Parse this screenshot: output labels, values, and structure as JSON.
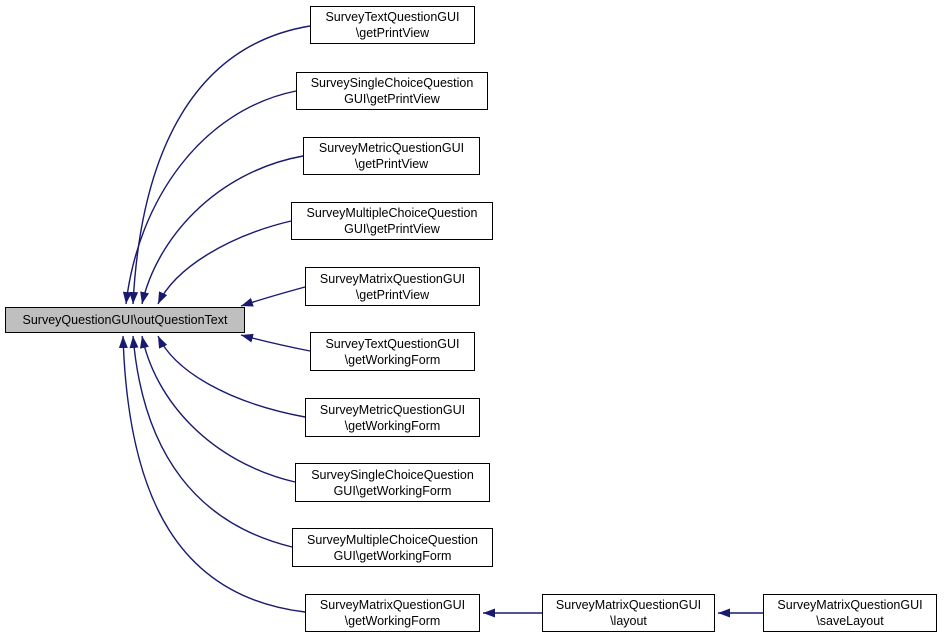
{
  "diagram": {
    "type": "caller-graph",
    "background_color": "#ffffff",
    "edge_color": "#191970",
    "node_border_color": "#000000",
    "node_fill_color": "#ffffff",
    "highlight_fill_color": "#bfbfbf",
    "nodes": {
      "main": {
        "line1": "SurveyQuestionGUI\\outQuestionText"
      },
      "text_print": {
        "line1": "SurveyTextQuestionGUI",
        "line2": "\\getPrintView"
      },
      "single_print": {
        "line1": "SurveySingleChoiceQuestion",
        "line2": "GUI\\getPrintView"
      },
      "metric_print": {
        "line1": "SurveyMetricQuestionGUI",
        "line2": "\\getPrintView"
      },
      "multiple_print": {
        "line1": "SurveyMultipleChoiceQuestion",
        "line2": "GUI\\getPrintView"
      },
      "matrix_print": {
        "line1": "SurveyMatrixQuestionGUI",
        "line2": "\\getPrintView"
      },
      "text_working": {
        "line1": "SurveyTextQuestionGUI",
        "line2": "\\getWorkingForm"
      },
      "metric_working": {
        "line1": "SurveyMetricQuestionGUI",
        "line2": "\\getWorkingForm"
      },
      "single_working": {
        "line1": "SurveySingleChoiceQuestion",
        "line2": "GUI\\getWorkingForm"
      },
      "multiple_working": {
        "line1": "SurveyMultipleChoiceQuestion",
        "line2": "GUI\\getWorkingForm"
      },
      "matrix_working": {
        "line1": "SurveyMatrixQuestionGUI",
        "line2": "\\getWorkingForm"
      },
      "matrix_layout": {
        "line1": "SurveyMatrixQuestionGUI",
        "line2": "\\layout"
      },
      "matrix_savelayout": {
        "line1": "SurveyMatrixQuestionGUI",
        "line2": "\\saveLayout"
      }
    },
    "edges": [
      {
        "from": "text_print",
        "to": "main"
      },
      {
        "from": "single_print",
        "to": "main"
      },
      {
        "from": "metric_print",
        "to": "main"
      },
      {
        "from": "multiple_print",
        "to": "main"
      },
      {
        "from": "matrix_print",
        "to": "main"
      },
      {
        "from": "text_working",
        "to": "main"
      },
      {
        "from": "metric_working",
        "to": "main"
      },
      {
        "from": "single_working",
        "to": "main"
      },
      {
        "from": "multiple_working",
        "to": "main"
      },
      {
        "from": "matrix_working",
        "to": "main"
      },
      {
        "from": "matrix_layout",
        "to": "matrix_working"
      },
      {
        "from": "matrix_savelayout",
        "to": "matrix_layout"
      }
    ]
  }
}
